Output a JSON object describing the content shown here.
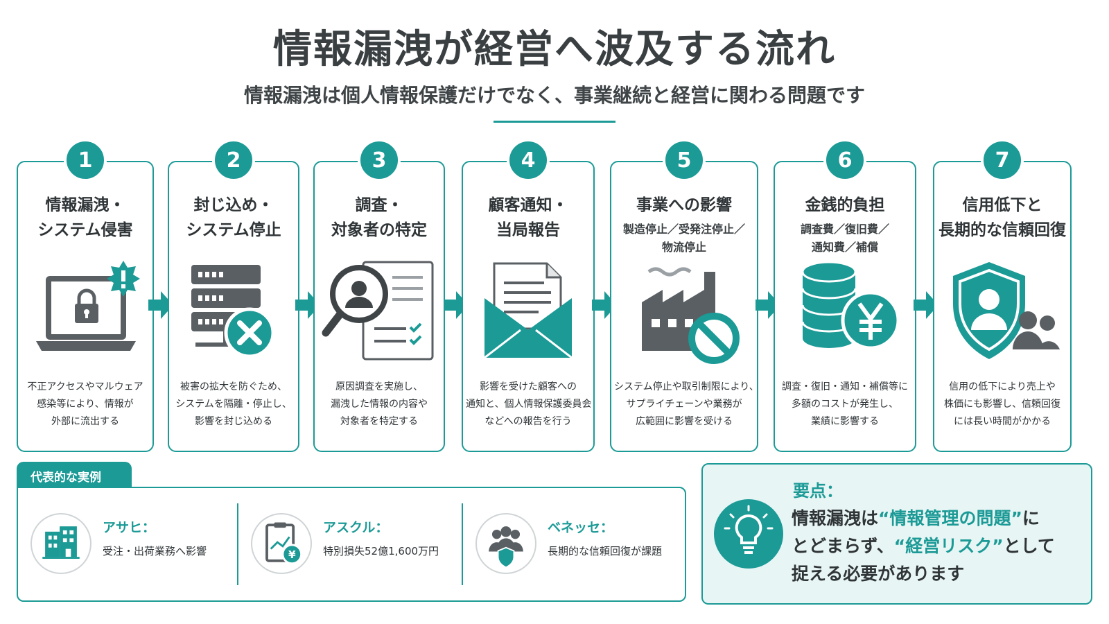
{
  "title": "情報漏洩が経営へ波及する流れ",
  "subtitle": "情報漏洩は個人情報保護だけでなく、事業継続と経営に関わる問題です",
  "colors": {
    "accent": "#1b9a96",
    "icon_gray": "#5a5f63",
    "panel_bg": "#e8f5f5"
  },
  "steps": [
    {
      "number": "1",
      "title_lines": [
        "情報漏洩・",
        "システム侵害"
      ],
      "sub_lines": [],
      "icon": "laptop-lock-alert-icon",
      "desc_lines": [
        "不正アクセスやマルウェア",
        "感染等により、情報が",
        "外部に流出する"
      ]
    },
    {
      "number": "2",
      "title_lines": [
        "封じ込め・",
        "システム停止"
      ],
      "sub_lines": [],
      "icon": "server-stop-icon",
      "desc_lines": [
        "被害の拡大を防ぐため、",
        "システムを隔離・停止し、",
        "影響を封じ込める"
      ]
    },
    {
      "number": "3",
      "title_lines": [
        "調査・",
        "対象者の特定"
      ],
      "sub_lines": [],
      "icon": "magnifier-document-icon",
      "desc_lines": [
        "原因調査を実施し、",
        "漏洩した情報の内容や",
        "対象者を特定する"
      ]
    },
    {
      "number": "4",
      "title_lines": [
        "顧客通知・",
        "当局報告"
      ],
      "sub_lines": [],
      "icon": "envelope-letter-icon",
      "desc_lines": [
        "影響を受けた顧客への",
        "通知と、個人情報保護委員会",
        "などへの報告を行う"
      ]
    },
    {
      "number": "5",
      "title_lines": [
        "事業への影響"
      ],
      "sub_lines": [
        "製造停止／受発注停止／",
        "物流停止"
      ],
      "icon": "factory-prohibited-icon",
      "desc_lines": [
        "システム停止や取引制限により、",
        "サプライチェーンや業務が",
        "広範囲に影響を受ける"
      ]
    },
    {
      "number": "6",
      "title_lines": [
        "金銭的負担"
      ],
      "sub_lines": [
        "調査費／復旧費／",
        "通知費／補償"
      ],
      "icon": "coins-yen-icon",
      "desc_lines": [
        "調査・復旧・通知・補償等に",
        "多額のコストが発生し、",
        "業績に影響する"
      ]
    },
    {
      "number": "7",
      "title_lines": [
        "信用低下と",
        "長期的な信頼回復"
      ],
      "sub_lines": [],
      "icon": "shield-people-icon",
      "desc_lines": [
        "信用の低下により売上や",
        "株価にも影響し、信頼回復",
        "には長い時間がかかる"
      ]
    }
  ],
  "examples": {
    "label": "代表的な実例",
    "items": [
      {
        "name": "アサヒ：",
        "text": "受注・出荷業務へ影響",
        "icon": "building-icon"
      },
      {
        "name": "アスクル：",
        "text": "特別損失52億1,600万円",
        "icon": "clipboard-yen-chart-icon"
      },
      {
        "name": "ベネッセ：",
        "text": "長期的な信頼回復が課題",
        "icon": "people-shield-icon"
      }
    ]
  },
  "key_point": {
    "label": "要点：",
    "line1_pre": "情報漏洩は",
    "line1_accent": "“情報管理の問題”",
    "line1_post": "に",
    "line2_pre": "とどまらず、",
    "line2_accent": "“経営リスク”",
    "line2_post": "として",
    "line3": "捉える必要があります",
    "icon": "lightbulb-icon"
  }
}
